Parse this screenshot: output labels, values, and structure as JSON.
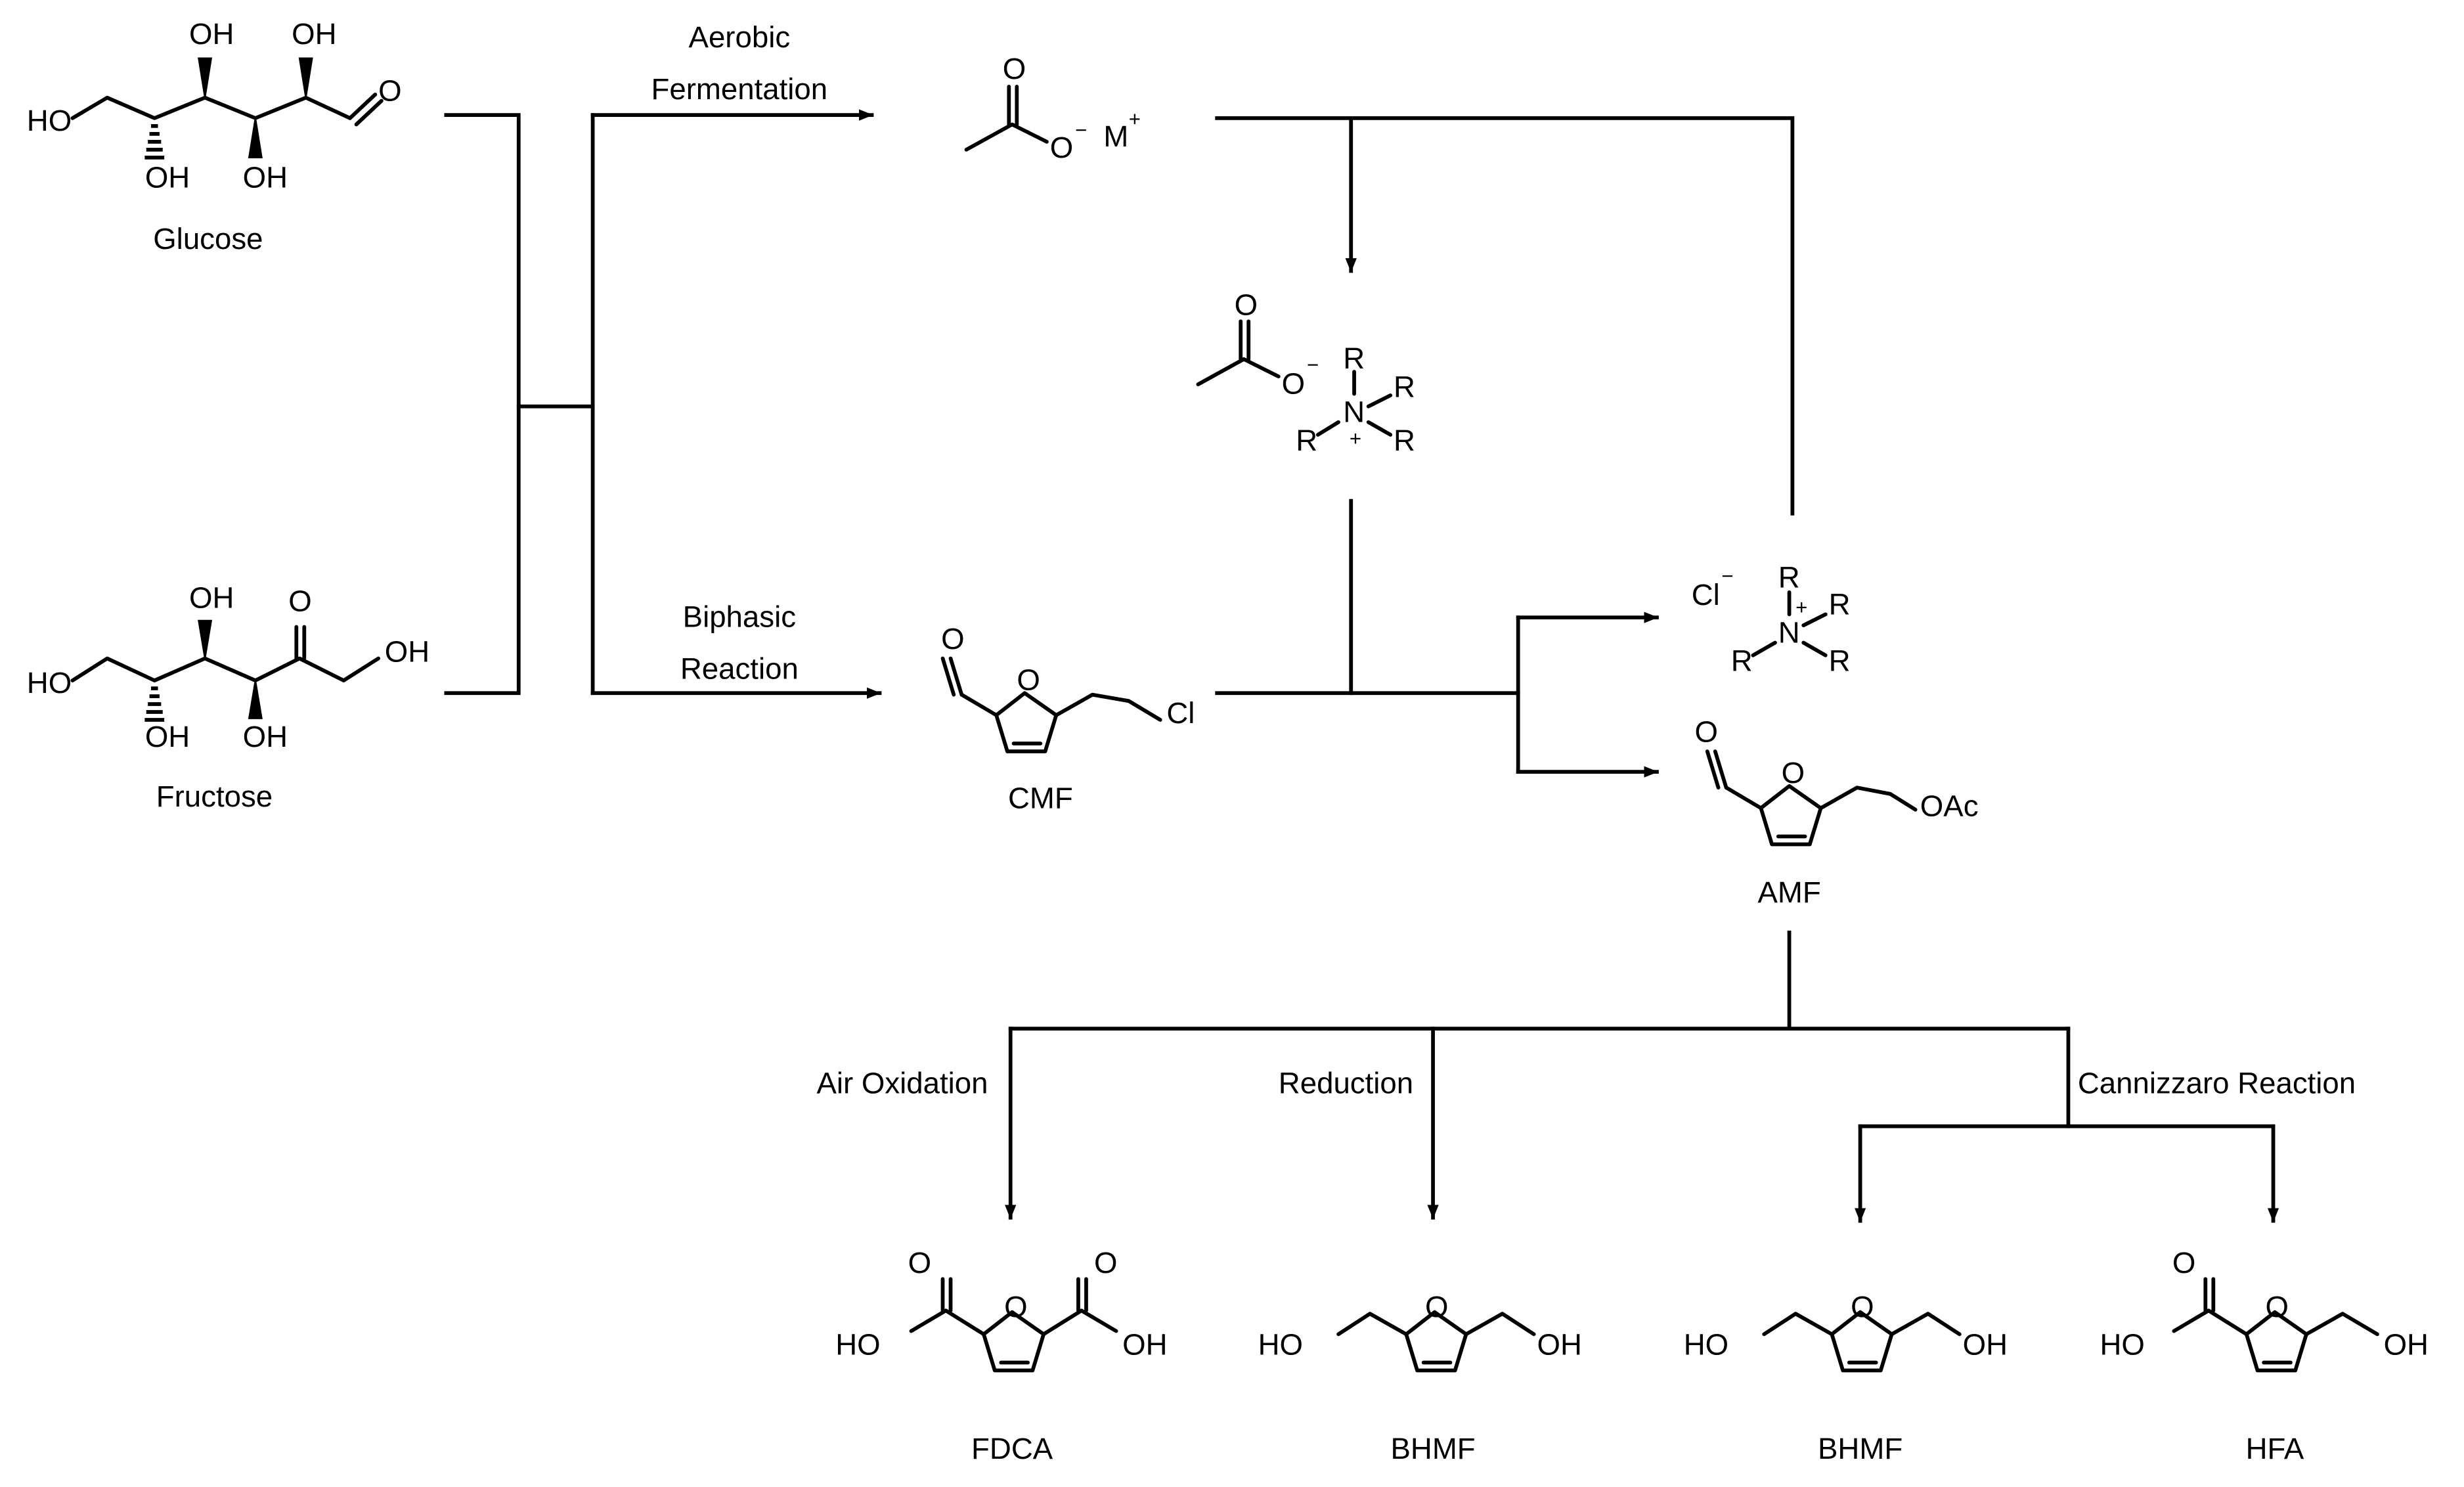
{
  "labels": {
    "glucose": "Glucose",
    "fructose": "Fructose",
    "cmf": "CMF",
    "amf": "AMF",
    "fdca": "FDCA",
    "bhmf_a": "BHMF",
    "bhmf_b": "BHMF",
    "hfa": "HFA"
  },
  "reactions": {
    "aerobic_1": "Aerobic",
    "aerobic_2": "Fermentation",
    "biphasic_1": "Biphasic",
    "biphasic_2": "Reaction",
    "air_oxidation": "Air Oxidation",
    "reduction": "Reduction",
    "cannizzaro": "Cannizzaro Reaction"
  },
  "atoms": {
    "ho": "HO",
    "oh": "OH",
    "o": "O",
    "cl": "Cl",
    "oac": "OAc",
    "m": "M",
    "n": "N",
    "r": "R",
    "plus": "+",
    "minus": "−"
  }
}
